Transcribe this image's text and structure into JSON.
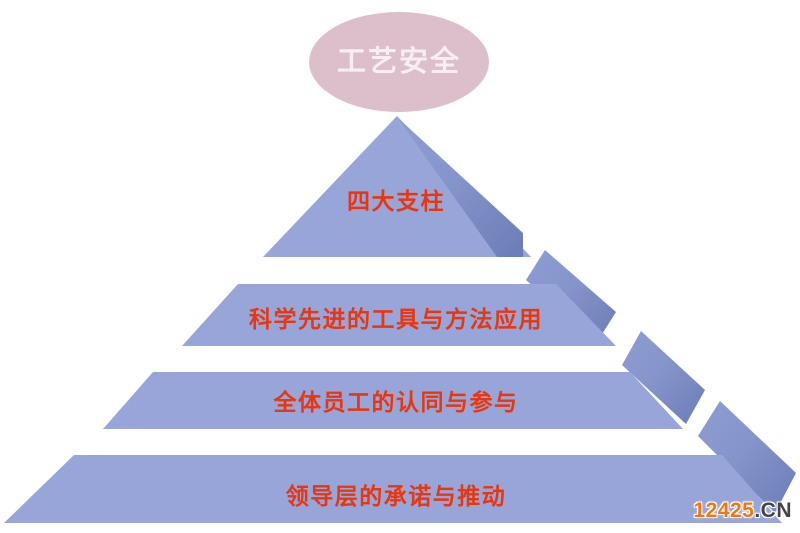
{
  "title": {
    "text": "工艺安全"
  },
  "pyramid": {
    "tiers": [
      {
        "label": "四大支柱"
      },
      {
        "label": "科学先进的工具与方法应用"
      },
      {
        "label": "全体员工的认同与参与"
      },
      {
        "label": "领导层的承诺与推动"
      }
    ]
  },
  "watermark": {
    "site": "12425",
    "tld": ".CN"
  },
  "colors": {
    "ellipse_fill": "#ddbecb",
    "ellipse_text": "#f6eef3",
    "tier_face": "#97a5d8",
    "tier_shadow_light": "#8e9dd3",
    "tier_shadow_dark": "#6c7cb6",
    "tier_text_red": "#e8360e",
    "watermark_orange": "#f4750f",
    "watermark_gray": "#454545",
    "background": "#ffffff"
  }
}
